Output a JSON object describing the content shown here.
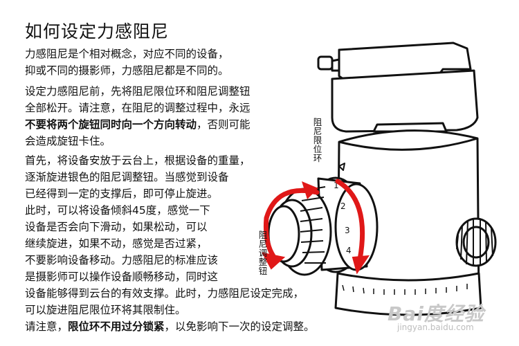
{
  "title": "如何设定力感阻尼",
  "para1": [
    "力感阻尼是个相对概念，对应不同的设备，",
    "抑或不同的摄影师，力感阻尼都是不同的。"
  ],
  "para2": {
    "line1": "设定力感阻尼前，先将阻尼限位环和阻尼调整钮",
    "line2": "全部松开。请注意，在阻尼的调整过程中，永远",
    "line3_bold": "不要将两个旋钮同时向一个方向转动",
    "line3_rest": "，否则可能",
    "line4": "会造成旋钮卡住。"
  },
  "para3": {
    "lines_before": [
      "首先，将设备安放于云台上，根据设备的重量，",
      "逐渐旋进银色的阻尼调整钮。当感觉到设备",
      "已经得到一定的支撑后，即可停止旋进。",
      "此时，可以将设备倾斜45度，感觉一下",
      "设备是否会向下滑动，如果松动，可以",
      "继续旋进，如果不动，感觉是否过紧，",
      "不要影响设备移动。力感阻尼的标准应该",
      "是摄影师可以操作设备顺畅移动，同时这",
      "设备能够得到云台的有效支撑。此时，力感阻尼设定完成，",
      "可以旋进阻尼限位环将其限制住。"
    ],
    "last_prefix": "请注意，",
    "last_bold": "限位环不用过分锁紧",
    "last_rest": "，以免影响下一次的设定调整。"
  },
  "labels": {
    "limit_ring": "阻尼限位环",
    "adjust_knob": "阻尼调整钮"
  },
  "ring_numbers": [
    "1",
    "2",
    "3",
    "4"
  ],
  "watermark": {
    "brand": "Bai度经验",
    "url": "jingyan.baidu.com"
  },
  "colors": {
    "arrow": "#e01818",
    "text": "#111111"
  }
}
